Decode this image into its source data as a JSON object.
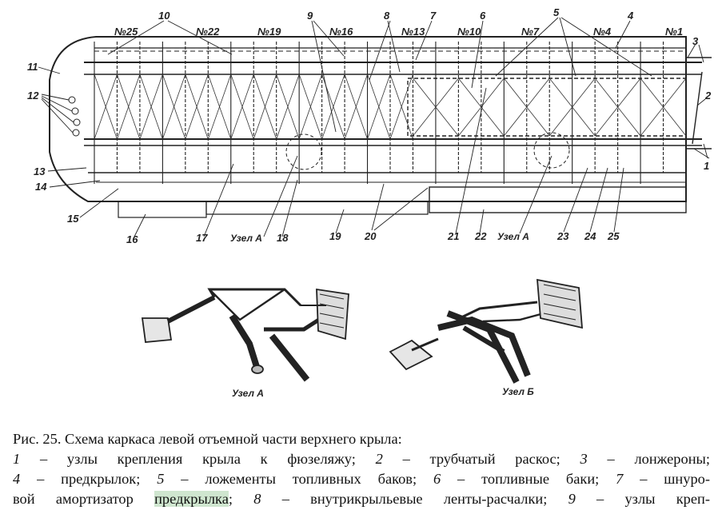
{
  "figure": {
    "rib_labels": [
      "№25",
      "№22",
      "№19",
      "№16",
      "№13",
      "№10",
      "№7",
      "№4",
      "№1"
    ],
    "callouts_top": [
      "10",
      "9",
      "8",
      "7",
      "6",
      "5",
      "4"
    ],
    "callouts_right": [
      "3",
      "2",
      "1"
    ],
    "callouts_left": [
      "11",
      "12",
      "13",
      "14",
      "15"
    ],
    "callouts_bottom": [
      "16",
      "17",
      "18",
      "19",
      "20",
      "21",
      "22",
      "23",
      "24",
      "25"
    ],
    "node_a_label": "Узел А",
    "node_b_label": "Узел Б"
  },
  "caption": {
    "title": "Рис. 25. Схема каркаса левой отъемной части верхнего крыла:",
    "l2": {
      "n1": "1",
      "t1": " – узлы крепления крыла к фюзеляжу; ",
      "n2": "2",
      "t2": " – трубчатый раскос; ",
      "n3": "3",
      "t3": " – лонжероны;"
    },
    "l3": {
      "n4": "4",
      "t4": " – предкрылок; ",
      "n5": "5",
      "t5": " – ложементы топливных баков; ",
      "n6": "6",
      "t6": " – топливные баки; ",
      "n7": "7",
      "t7": " – шнуро-"
    },
    "l4": {
      "t1": "вой амортизатор ",
      "hl": "предкрылка",
      "t2": "; ",
      "n8": "8",
      "t3": " – внутрикрыльевые ленты-расчалки; ",
      "n9": "9",
      "t4": " – узлы креп-"
    }
  }
}
